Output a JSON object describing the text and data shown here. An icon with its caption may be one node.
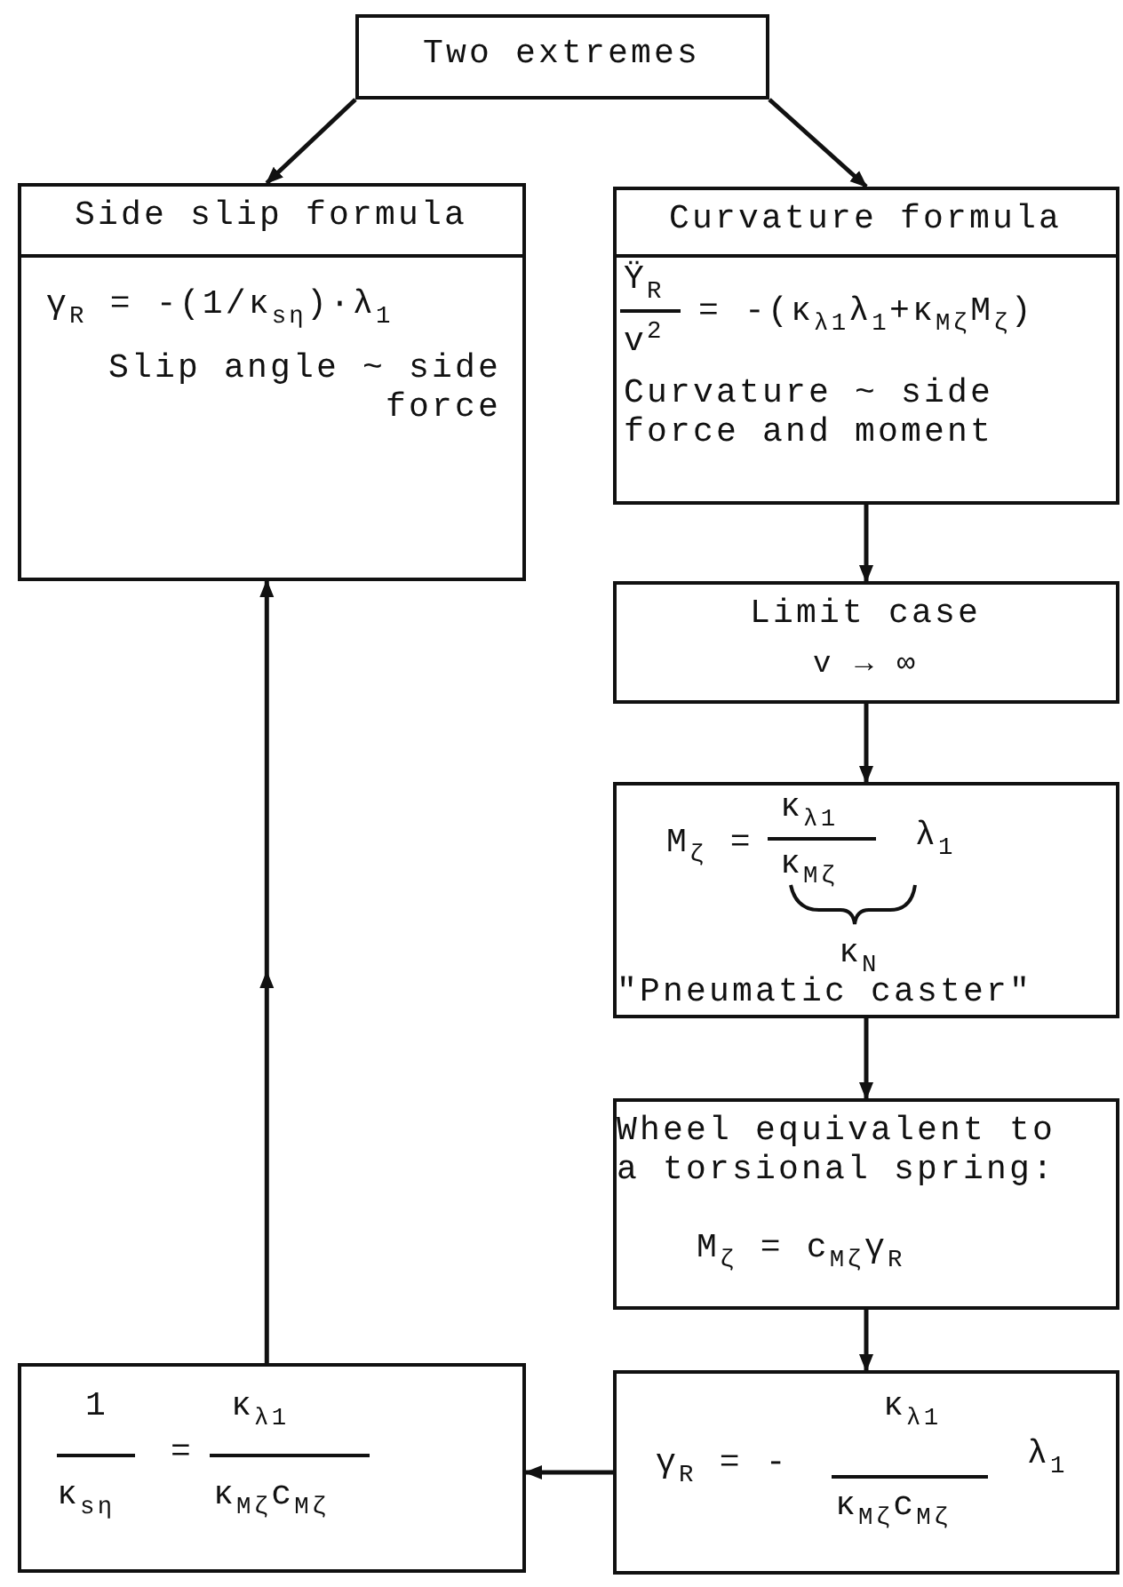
{
  "diagram": {
    "nodes": [
      {
        "text": [
          "Two extremes"
        ]
      },
      {
        "text": [
          "Side slip formula",
          "γ$_{R}$ = -(1/κ$_{sη}$)·λ$_{1}$",
          "Slip angle ~ side force"
        ]
      },
      {
        "text": [
          "Curvature formula",
          "Ÿ$_{R}$",
          "v$^{2}$",
          "= -(κ$_{λ1}$λ$_{1}$+κ$_{Mζ}$M$_{ζ}$)",
          "Curvature ~ side force and moment"
        ]
      },
      {
        "text": [
          "Limit case",
          "v → ∞"
        ]
      },
      {
        "text": [
          "M$_{ζ}$ =",
          "κ$_{λ1}$",
          "κ$_{Mζ}$",
          "λ$_{1}$",
          "κ$_{N}$",
          "\"Pneumatic caster\""
        ]
      },
      {
        "text": [
          "Wheel equivalent to a torsional spring:",
          "M$_{ζ}$ = c$_{Mζ}$γ$_{R}$"
        ]
      },
      {
        "text": [
          "γ$_{R}$ = -",
          "κ$_{λ1}$",
          "κ$_{Mζ}$c$_{Mζ}$",
          "λ$_{1}$"
        ]
      },
      {
        "text": [
          "1",
          "κ$_{sη}$",
          "=",
          "κ$_{λ1}$",
          "κ$_{Mζ}$c$_{Mζ}$"
        ]
      }
    ],
    "edges": [
      {
        "from": 0,
        "to": 1,
        "arrow": "to"
      },
      {
        "from": 0,
        "to": 2,
        "arrow": "to"
      },
      {
        "from": 2,
        "to": 3,
        "arrow": "to"
      },
      {
        "from": 3,
        "to": 4,
        "arrow": "to"
      },
      {
        "from": 4,
        "to": 5,
        "arrow": "to"
      },
      {
        "from": 5,
        "to": 6,
        "arrow": "to"
      },
      {
        "from": 6,
        "to": 7,
        "arrow": "to"
      },
      {
        "from": 7,
        "to": 1,
        "arrow": "to"
      }
    ]
  }
}
